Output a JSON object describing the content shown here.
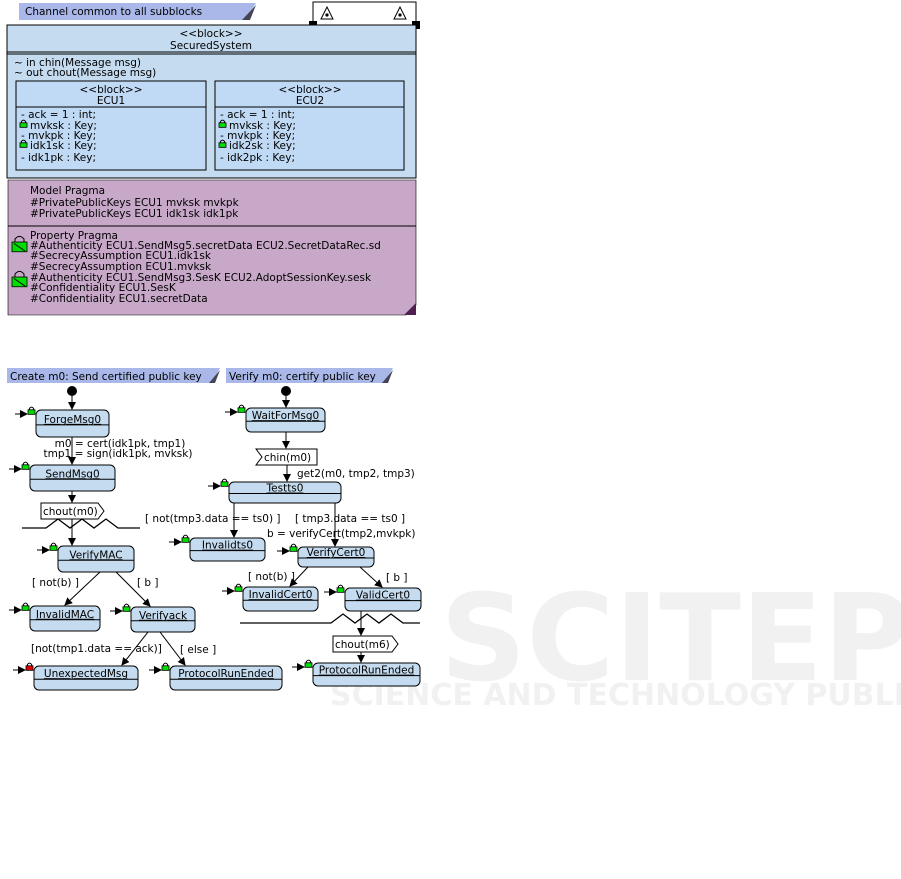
{
  "watermark": {
    "line1": "SCITEPRESS",
    "line2": "SCIENCE AND TECHNOLOGY PUBLICATIONS"
  },
  "block_diagram": {
    "note": "Channel common to all subblocks",
    "system": {
      "stereotype": "<<block>>",
      "name": "SecuredSystem",
      "ports": [
        "~ in chin(Message msg)",
        "~ out chout(Message msg)"
      ]
    },
    "ecu1": {
      "stereotype": "<<block>>",
      "name": "ECU1",
      "attributes": [
        {
          "text": "- ack = 1 : int;",
          "locked": false
        },
        {
          "text": "mvksk : Key;",
          "locked": true
        },
        {
          "text": "- mvkpk : Key;",
          "locked": false
        },
        {
          "text": "idk1sk : Key;",
          "locked": true
        },
        {
          "text": "- idk1pk : Key;",
          "locked": false
        }
      ]
    },
    "ecu2": {
      "stereotype": "<<block>>",
      "name": "ECU2",
      "attributes": [
        {
          "text": "- ack = 1 : int;",
          "locked": false
        },
        {
          "text": "mvksk : Key;",
          "locked": true
        },
        {
          "text": "- mvkpk : Key;",
          "locked": false
        },
        {
          "text": "idk2sk : Key;",
          "locked": true
        },
        {
          "text": "- idk2pk : Key;",
          "locked": false
        }
      ]
    },
    "model_pragma": [
      "Model Pragma",
      "#PrivatePublicKeys ECU1 mvksk mvkpk",
      "#PrivatePublicKeys ECU1 idk1sk idk1pk"
    ],
    "property_pragma": [
      "Property Pragma",
      "#Authenticity ECU1.SendMsg5.secretData ECU2.SecretDataRec.sd",
      "#SecrecyAssumption ECU1.idk1sk",
      "#SecrecyAssumption ECU1.mvksk",
      "#Authenticity ECU1.SendMsg3.SesK ECU2.AdoptSessionKey.sesk",
      "#Confidentiality ECU1.SesK",
      "#Confidentiality ECU1.secretData"
    ],
    "colors": {
      "block": "#c5dcf0",
      "inner_block": "#c0daf5",
      "pragma": "#c8a8c8",
      "note": "#a9b8e8",
      "lock_ok": "#00dd00",
      "lock_bad": "#dd0000"
    }
  },
  "left_machine": {
    "note": "Create m0: Send certified public key",
    "states": [
      {
        "name": "ForgeMsg0",
        "lock": "green"
      },
      {
        "name": "SendMsg0",
        "lock": "green"
      },
      {
        "name": "VerifyMAC",
        "lock": "green"
      },
      {
        "name": "InvalidMAC",
        "lock": "green"
      },
      {
        "name": "Verifyack",
        "lock": "green"
      },
      {
        "name": "UnexpectedMsg",
        "lock": "red"
      },
      {
        "name": "ProtocolRunEnded",
        "lock": "green"
      }
    ],
    "labels": [
      "m0 = cert(idk1pk, tmp1)",
      "tmp1 = sign(idk1pk, mvksk)",
      "[ not(b) ]",
      "[ b ]",
      "[not(tmp1.data == ack)]",
      "[ else ]"
    ],
    "signals": [
      "chout(m0)"
    ]
  },
  "right_machine": {
    "note": "Verify m0: certify public key",
    "states": [
      {
        "name": "WaitForMsg0",
        "lock": "green"
      },
      {
        "name": "Testts0",
        "lock": "green"
      },
      {
        "name": "Invalidts0",
        "lock": "green"
      },
      {
        "name": "VerifyCert0",
        "lock": "green"
      },
      {
        "name": "InvalidCert0",
        "lock": "green"
      },
      {
        "name": "ValidCert0",
        "lock": "green"
      },
      {
        "name": "ProtocolRunEnded",
        "lock": "green"
      }
    ],
    "labels": [
      "get2(m0, tmp2, tmp3)",
      "[ not(tmp3.data == ts0) ]",
      "[ tmp3.data == ts0 ]",
      "b = verifyCert(tmp2,mvkpk)",
      "[ not(b) ]",
      "[ b ]"
    ],
    "signals": [
      "chin(m0)",
      "chout(m6)"
    ]
  }
}
